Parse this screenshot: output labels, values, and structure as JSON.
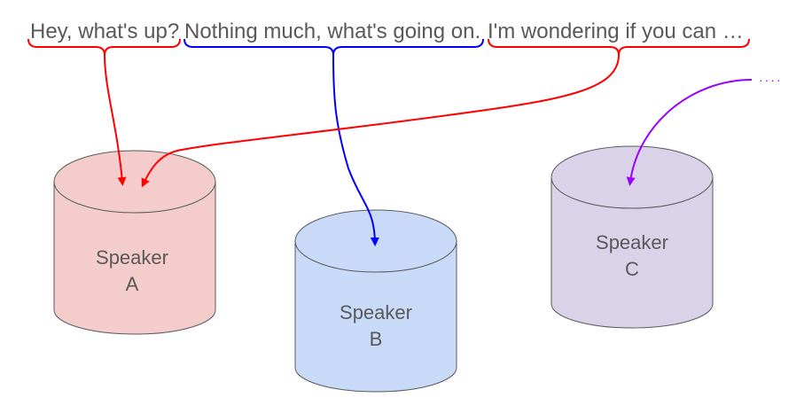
{
  "utterances": [
    {
      "text": "Hey, what's up?",
      "speaker": "A",
      "color": "#ff0000"
    },
    {
      "text": "Nothing much, what's going on.",
      "speaker": "B",
      "color": "#0000ff"
    },
    {
      "text": "I'm wondering if you can …",
      "speaker": "A",
      "color": "#ff0000"
    }
  ],
  "continuation": {
    "text": "····",
    "speaker": "C",
    "color": "#9900ff"
  },
  "speakers": [
    {
      "id": "A",
      "line1": "Speaker",
      "line2": "A",
      "fill": "#f4cccc"
    },
    {
      "id": "B",
      "line1": "Speaker",
      "line2": "B",
      "fill": "#c9daf8"
    },
    {
      "id": "C",
      "line1": "Speaker",
      "line2": "C",
      "fill": "#d9d2e9"
    }
  ]
}
